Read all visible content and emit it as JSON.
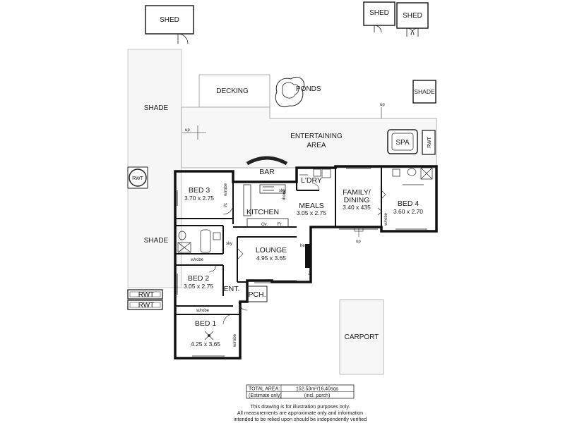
{
  "rooms": {
    "bed3": {
      "name": "BED 3",
      "size": "3.70 x 2.75"
    },
    "kitchen": {
      "name": "KITCHEN"
    },
    "meals": {
      "name": "MEALS",
      "size": "3.05 x 2.75"
    },
    "family": {
      "line1": "FAMILY/",
      "line2": "DINING",
      "size": "3.40 x 435"
    },
    "bed4": {
      "name": "BED 4",
      "size": "3.60 x 2.70"
    },
    "lounge": {
      "name": "LOUNGE",
      "size": "4.95 x 3.65"
    },
    "bed2": {
      "name": "BED 2",
      "size": "3.05 x 2.75"
    },
    "bed1": {
      "name": "BED 1",
      "size": "4.25 x 3.65"
    },
    "ent": {
      "name": "ENT."
    },
    "pch": {
      "name": "PCH."
    },
    "ldry": {
      "name": "L'DRY"
    },
    "bar": {
      "name": "BAR"
    }
  },
  "outdoor": {
    "shed1": "SHED",
    "shed2": "SHED",
    "shed3": "SHED",
    "decking": "DECKING",
    "ponds": "PONDS",
    "shade_right": "SHADE",
    "shade_left_top": "SHADE",
    "shade_left_bottom": "SHADE",
    "entertaining_line1": "ENTERTAINING",
    "entertaining_line2": "AREA",
    "spa": "SPA",
    "rwt_right": "RWT",
    "rwt_circle": "RWT",
    "rwt_tank1": "RWT",
    "rwt_tank2": "RWT",
    "carport": "CARPORT"
  },
  "fixtures": {
    "wrobe_bed3": "w/robe",
    "lc_bed3": "l/c",
    "rhood": "rhood",
    "sky_kitchen": "sky",
    "ov": "Ov.",
    "fr": "Fr.",
    "wrobe_bed4": "w/robe",
    "sky_bath": "sky",
    "wrobe_bath": "w/robe",
    "heater": "heater",
    "lc_lounge": "l/c",
    "wrobe_bed1_top": "w/robe",
    "wrobe_bed1_side": "w/robe",
    "up1": "up",
    "up2": "up",
    "up3": "up"
  },
  "area_table": {
    "label1": "TOTAL AREA:",
    "value1": "152.53m²/16.40sqs",
    "label2": "(Estimate only)",
    "value2": "(incl. porch)"
  },
  "disclaimer": {
    "line1": "This drawing is for illustration purposes only.",
    "line2": "All measurements are approximate only and information",
    "line3": "intended to be relied upon should be independently verified"
  }
}
